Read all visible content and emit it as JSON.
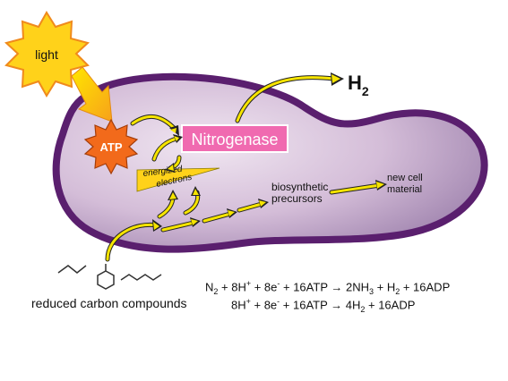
{
  "sun": {
    "label": "light",
    "color": "#ffd21a",
    "outline": "#f08a1c"
  },
  "atp": {
    "label": "ATP",
    "color": "#f26a1b"
  },
  "enzyme": {
    "label": "Nitrogenase",
    "color": "#f06ab0"
  },
  "product": {
    "label": "H",
    "subscript": "2"
  },
  "electrons": {
    "line1": "energized",
    "line2": "electrons",
    "color": "#ffd21a"
  },
  "precursors": {
    "line1": "biosynthetic",
    "line2": "precursors"
  },
  "cell_material": {
    "line1": "new cell",
    "line2": "material"
  },
  "substrate": {
    "label": "reduced carbon compounds"
  },
  "cell": {
    "fill": "#d6bfd9",
    "membrane": "#5a1f6e"
  },
  "arrow_color": "#f6e400",
  "equations": {
    "eq1": {
      "a": "N",
      "a_sub": "2",
      "b": " + 8H",
      "b_sup": "+",
      "c": " + 8e",
      "c_sup": "-",
      "d": " + 16ATP → 2NH",
      "d_sub": "3",
      "e": " + H",
      "e_sub": "2",
      "f": " + 16ADP"
    },
    "eq2": {
      "a": "8H",
      "a_sup": "+",
      "b": " + 8e",
      "b_sup": "-",
      "c": " + 16ATP → 4H",
      "c_sub": "2",
      "d": " + 16ADP"
    }
  }
}
